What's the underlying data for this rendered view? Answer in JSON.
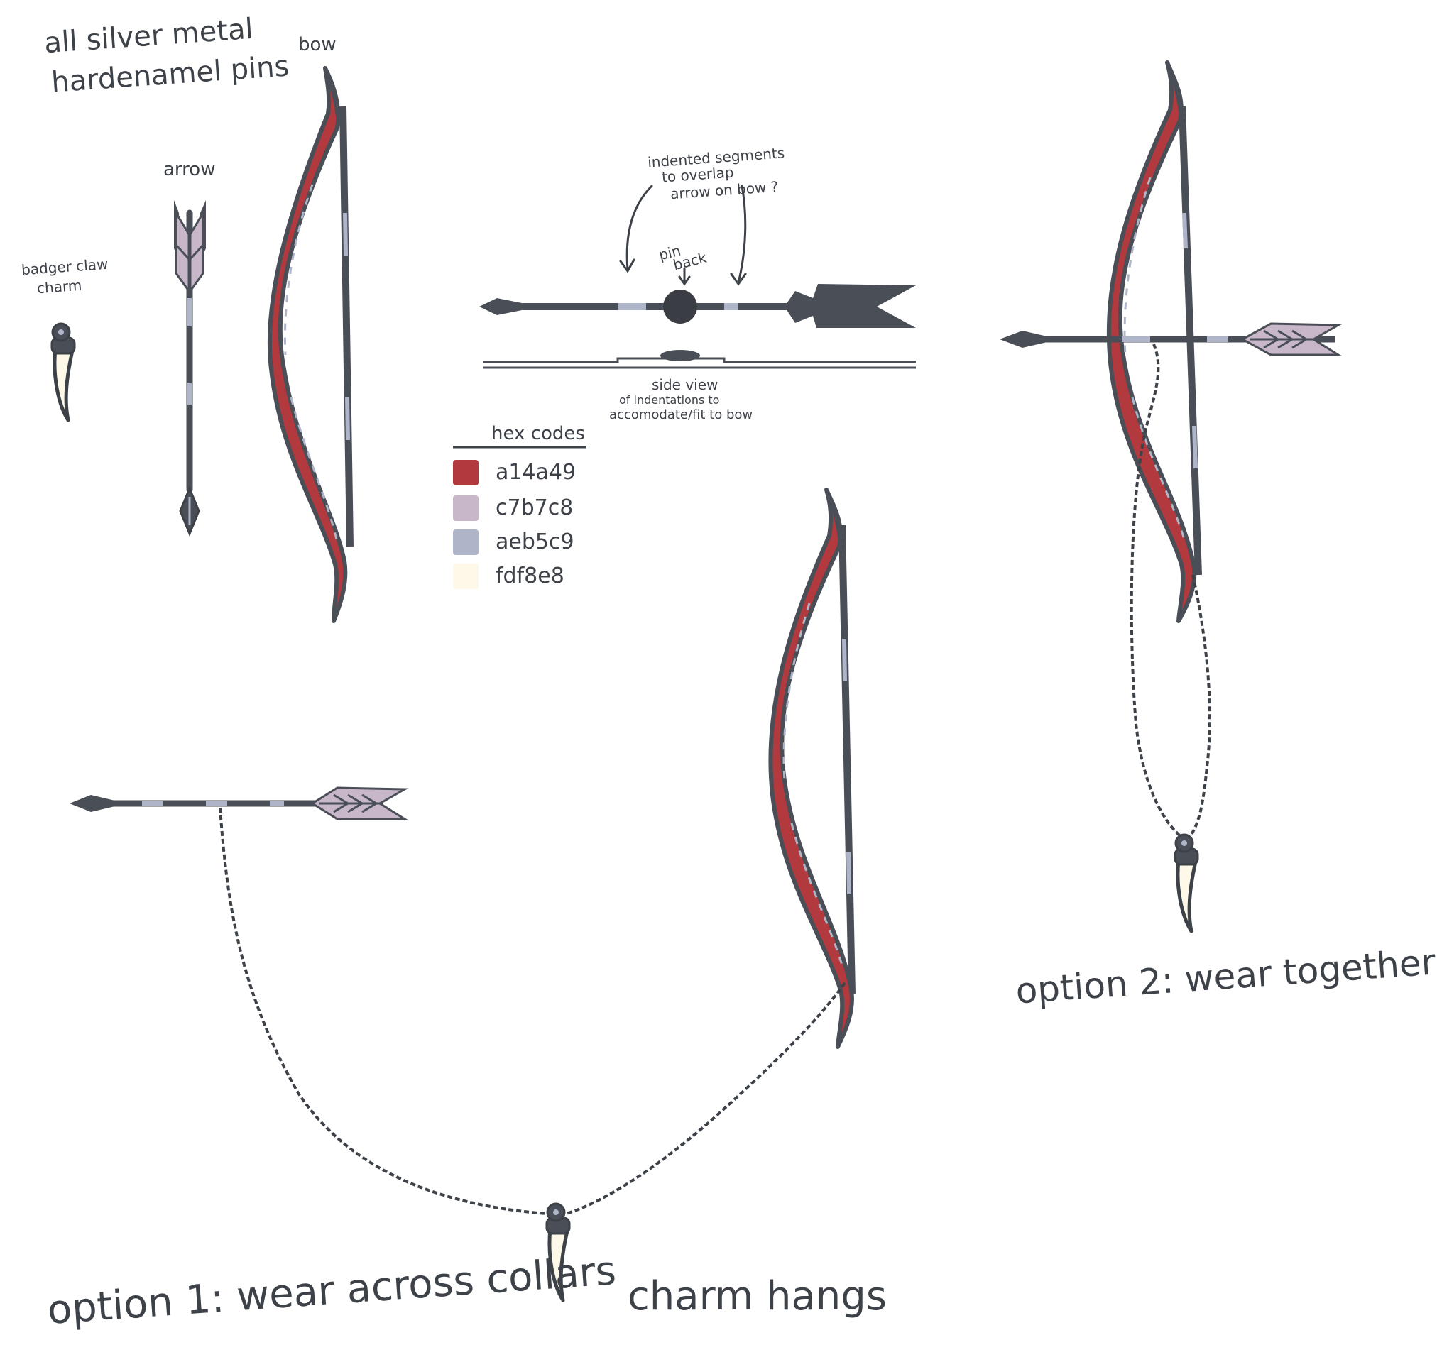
{
  "labels": {
    "title_line1": "all silver metal",
    "title_line2": "hardenamel pins",
    "bow": "bow",
    "arrow": "arrow",
    "badger_line1": "badger claw",
    "badger_line2": "charm",
    "indent_line1": "indented segments",
    "indent_line2": "to overlap",
    "indent_line3": "arrow on bow ?",
    "pin_line1": "pin",
    "pin_line2": "back",
    "side_line1": "side view",
    "side_line2": "of indentations to",
    "side_line3": "accomodate/fit to bow",
    "option1": "option 1: wear across collars",
    "charm_hangs": "charm hangs",
    "option2": "option 2: wear together"
  },
  "hex_codes": {
    "heading": "hex codes",
    "swatches": [
      {
        "code": "a14a49",
        "color": "#b23a3e"
      },
      {
        "code": "c7b7c8",
        "color": "#c7b7c8"
      },
      {
        "code": "aeb5c9",
        "color": "#aeb5c9"
      },
      {
        "code": "fdf8e8",
        "color": "#fdf8e8"
      }
    ]
  },
  "colors": {
    "metal": "#4a4e56",
    "bow_red": "#b23a3e",
    "feather": "#c7b7c8",
    "highlight": "#aeb5c9",
    "claw": "#fdf8e8"
  }
}
